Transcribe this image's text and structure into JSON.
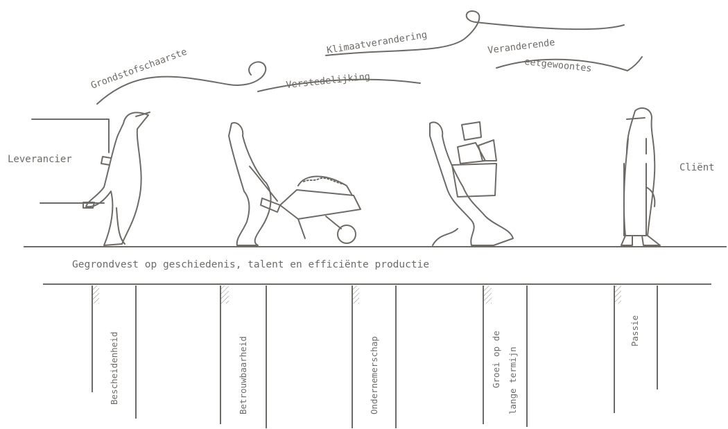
{
  "trends": {
    "grondstof": "Grondstofschaarste",
    "verstedelijking": "Verstedelijking",
    "klimaat": "Klimaatverandering",
    "gewoontes_line1": "Veranderende",
    "gewoontes_line2": "eetgewoontes"
  },
  "actors": {
    "left": "Leverancier",
    "right": "Cliënt"
  },
  "foundation": "Gegrondvest op geschiedenis, talent en efficiënte productie",
  "pillars": [
    {
      "label": "Bescheidenheid"
    },
    {
      "label": "Betrouwbaarheid"
    },
    {
      "label": "Ondernemerschap"
    },
    {
      "label": "Groei op de",
      "label2": "lange termijn"
    },
    {
      "label": "Passie"
    }
  ],
  "colors": {
    "ink": "#6e6a66",
    "background": "#ffffff"
  }
}
